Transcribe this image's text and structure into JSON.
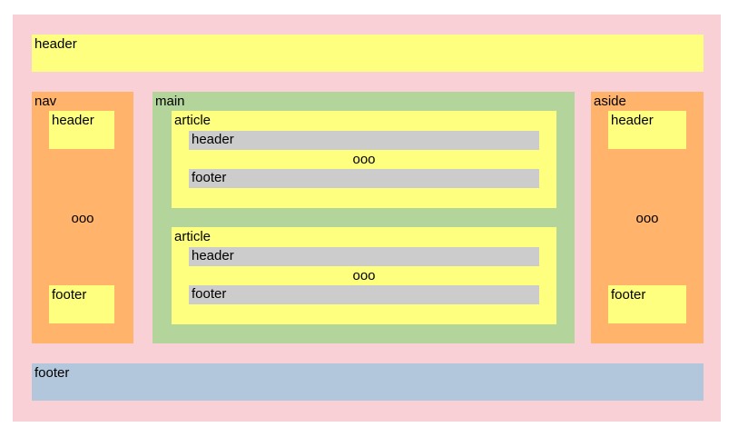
{
  "page": {
    "header_label": "header",
    "footer_label": "footer"
  },
  "nav": {
    "label": "nav",
    "header_label": "header",
    "content_label": "ooo",
    "footer_label": "footer"
  },
  "main": {
    "label": "main",
    "articles": [
      {
        "label": "article",
        "header_label": "header",
        "content_label": "ooo",
        "footer_label": "footer"
      },
      {
        "label": "article",
        "header_label": "header",
        "content_label": "ooo",
        "footer_label": "footer"
      }
    ]
  },
  "aside": {
    "label": "aside",
    "header_label": "header",
    "content_label": "ooo",
    "footer_label": "footer"
  },
  "colors": {
    "page_background": "#f9d0d6",
    "header_footer_box": "#ffff7f",
    "sidebar": "#ffb36b",
    "main": "#b3d49b",
    "article_part": "#cccccc",
    "page_footer": "#b3c7dc"
  }
}
